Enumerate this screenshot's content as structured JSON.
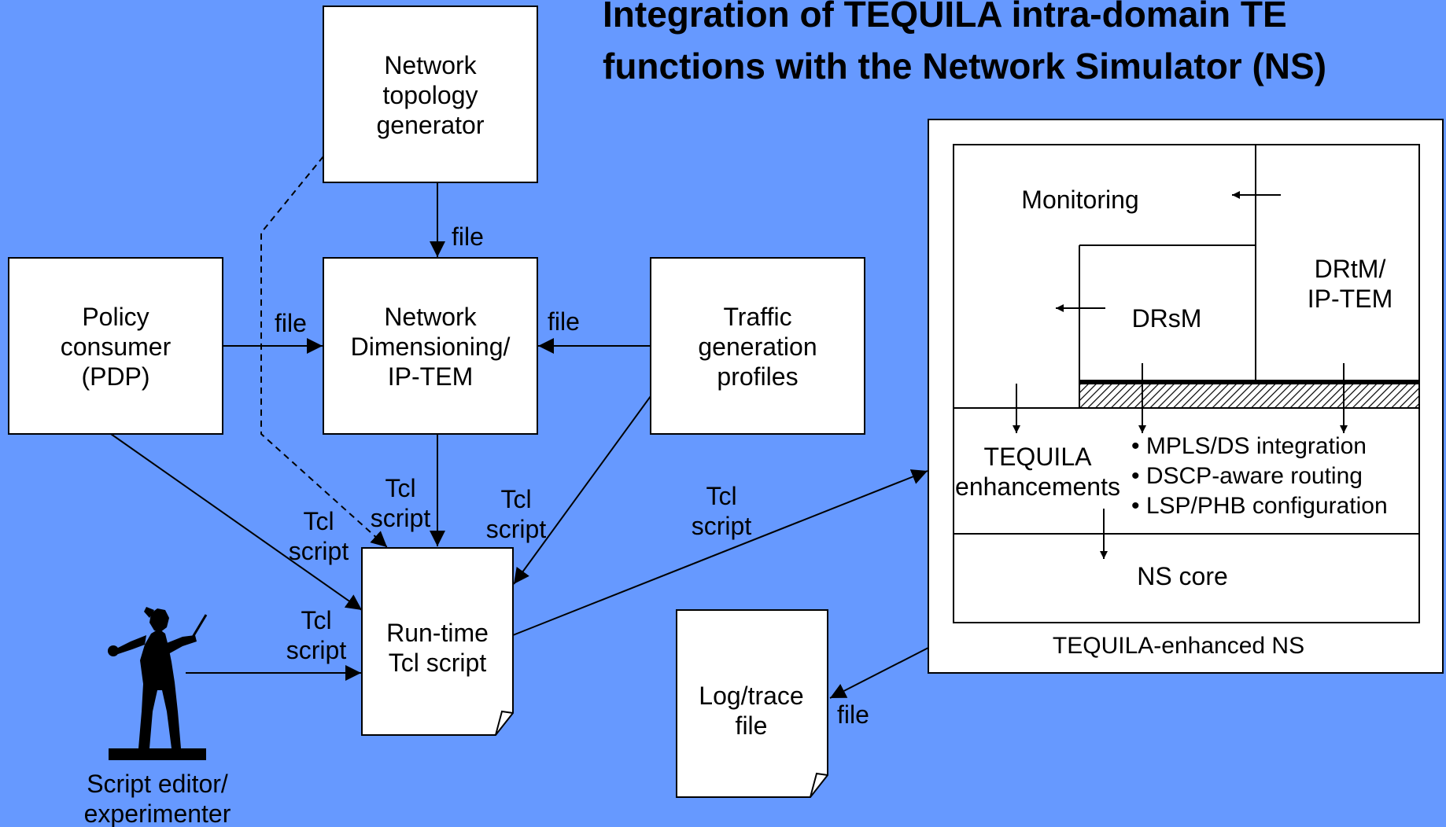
{
  "title": {
    "line1": "Integration of TEQUILA intra-domain TE",
    "line2": "functions with the Network Simulator (NS)"
  },
  "nodes": {
    "topology": [
      "Network",
      "topology",
      "generator"
    ],
    "policy": [
      "Policy",
      "consumer",
      "(PDP)"
    ],
    "dimensioning": [
      "Network",
      "Dimensioning/",
      "IP-TEM"
    ],
    "traffic": [
      "Traffic",
      "generation",
      "profiles"
    ],
    "runtime": [
      "Run-time",
      "Tcl script"
    ],
    "log": [
      "Log/trace",
      "file"
    ],
    "editor": [
      "Script editor/",
      "experimenter"
    ]
  },
  "ns": {
    "monitoring": "Monitoring",
    "drtm": [
      "DRtM/",
      "IP-TEM"
    ],
    "drsm": "DRsM",
    "enhancements": [
      "TEQUILA",
      "enhancements"
    ],
    "features": [
      "• MPLS/DS integration",
      "• DSCP-aware routing",
      "• LSP/PHB configuration"
    ],
    "core": "NS core",
    "caption": "TEQUILA-enhanced NS"
  },
  "edge_labels": {
    "file": "file",
    "tcl": "Tcl",
    "script": "script"
  }
}
